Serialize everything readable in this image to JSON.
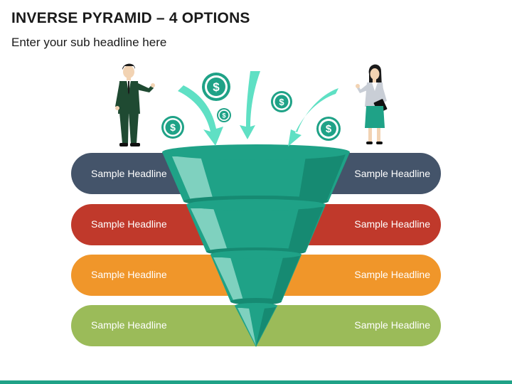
{
  "title": "INVERSE PYRAMID – 4 OPTIONS",
  "subtitle": "Enter your sub headline here",
  "colors": {
    "funnel_main": "#1fa287",
    "funnel_dark": "#168a72",
    "funnel_light": "#7fd1bf",
    "arrow": "#5fe0c4",
    "coin": "#1fa287",
    "footer": "#1fa287"
  },
  "rows": [
    {
      "left": "Sample Headline",
      "right": "Sample Headline",
      "color": "#44546a"
    },
    {
      "left": "Sample Headline",
      "right": "Sample Headline",
      "color": "#c0392b"
    },
    {
      "left": "Sample Headline",
      "right": "Sample Headline",
      "color": "#f0962a"
    },
    {
      "left": "Sample Headline",
      "right": "Sample Headline",
      "color": "#9bbb59"
    }
  ],
  "icons": [
    "businessman-icon",
    "businesswoman-icon",
    "dollar-coin-icon",
    "arrow-icon"
  ]
}
